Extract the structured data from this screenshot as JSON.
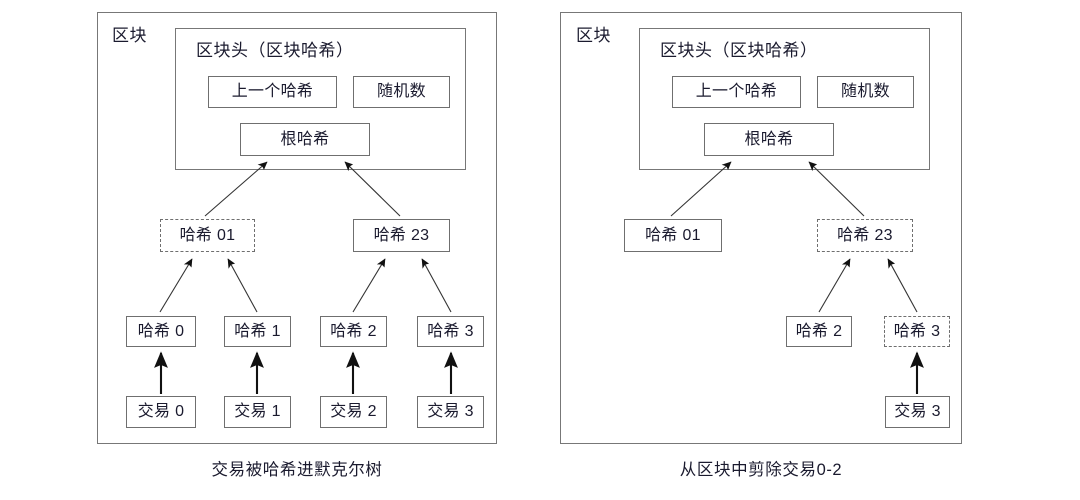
{
  "figure": {
    "type": "diagram",
    "subject": "merkle-tree-block-structure",
    "panels": [
      {
        "id": "left",
        "block_label": "区块",
        "header": {
          "title": "区块头（区块哈希）",
          "fields": [
            {
              "label": "上一个哈希"
            },
            {
              "label": "随机数"
            }
          ],
          "root": {
            "label": "根哈希"
          }
        },
        "tree": {
          "level_mid": [
            {
              "label": "哈希 01",
              "style": "dashed"
            },
            {
              "label": "哈希 23",
              "style": "solid"
            }
          ],
          "level_leaf": [
            {
              "label": "哈希 0",
              "style": "solid"
            },
            {
              "label": "哈希 1",
              "style": "solid"
            },
            {
              "label": "哈希 2",
              "style": "solid"
            },
            {
              "label": "哈希 3",
              "style": "solid"
            }
          ],
          "level_tx": [
            {
              "label": "交易 0"
            },
            {
              "label": "交易 1"
            },
            {
              "label": "交易 2"
            },
            {
              "label": "交易 3"
            }
          ]
        },
        "caption": "交易被哈希进默克尔树"
      },
      {
        "id": "right",
        "block_label": "区块",
        "header": {
          "title": "区块头（区块哈希）",
          "fields": [
            {
              "label": "上一个哈希"
            },
            {
              "label": "随机数"
            }
          ],
          "root": {
            "label": "根哈希"
          }
        },
        "tree": {
          "level_mid": [
            {
              "label": "哈希 01",
              "style": "solid"
            },
            {
              "label": "哈希 23",
              "style": "dashed"
            }
          ],
          "level_leaf": [
            {
              "label": "哈希 2",
              "style": "solid"
            },
            {
              "label": "哈希 3",
              "style": "dashed"
            }
          ],
          "level_tx": [
            {
              "label": "交易 3"
            }
          ]
        },
        "caption": "从区块中剪除交易0-2"
      }
    ],
    "colors": {
      "border": "#777777",
      "node_border": "#6f6f6f",
      "text": "#1a1a2e",
      "arrow": "#111111",
      "background": "#ffffff"
    }
  }
}
